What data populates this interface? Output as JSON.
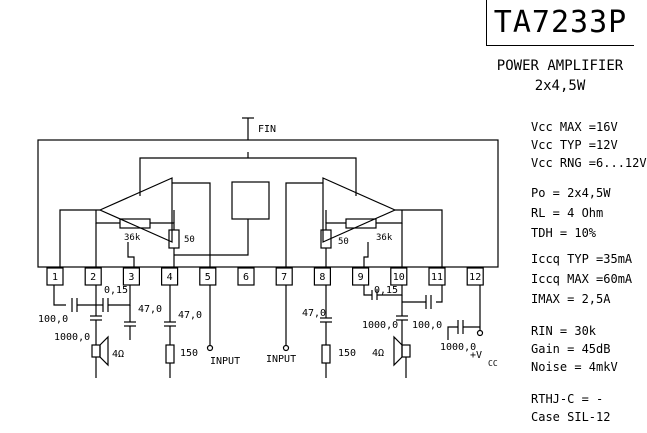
{
  "title": "TA7233P",
  "subtitle_1": "POWER AMPLIFIER",
  "subtitle_2": "2x4,5W",
  "fin_label": "FIN",
  "pins": [
    "1",
    "2",
    "3",
    "4",
    "5",
    "6",
    "7",
    "8",
    "9",
    "10",
    "11",
    "12"
  ],
  "internal": {
    "r1": "36k",
    "r2": "50",
    "r3": "50",
    "r4": "36k"
  },
  "external": {
    "c_100_0": "100,0",
    "c_0_15_left": "0,15",
    "c_47_0_a": "47,0",
    "c_47_0_b": "47,0",
    "c_1000_0_left": "1000,0",
    "speaker_left": "4Ω",
    "r_150_left": "150",
    "input_left": "INPUT",
    "input_right": "INPUT",
    "c_47_0_right": "47,0",
    "r_150_right": "150",
    "c_0_15_right": "0,15",
    "c_1000_0_right": "1000,0",
    "c_100_0_right": "100,0",
    "speaker_right": "4Ω",
    "c_1000_0_vcc": "1000,0",
    "vcc_plus": "+V",
    "vcc_sub": "CC"
  },
  "specs": {
    "vcc_max": "Vcc MAX =16V",
    "vcc_typ": "Vcc TYP =12V",
    "vcc_rng": "Vcc RNG =6...12V",
    "po": "Po = 2x4,5W",
    "rl": "RL = 4 Ohm",
    "tdh": "TDH = 10%",
    "iccq_typ": "Iccq TYP =35mA",
    "iccq_max": "Iccq MAX =60mA",
    "imax": "IMAX =     2,5A",
    "rin": "RIN = 30k",
    "gain": "Gain = 45dB",
    "noise": "Noise = 4mkV",
    "rthjc": "RTHJ-C = -",
    "case": "Case SIL-12"
  }
}
